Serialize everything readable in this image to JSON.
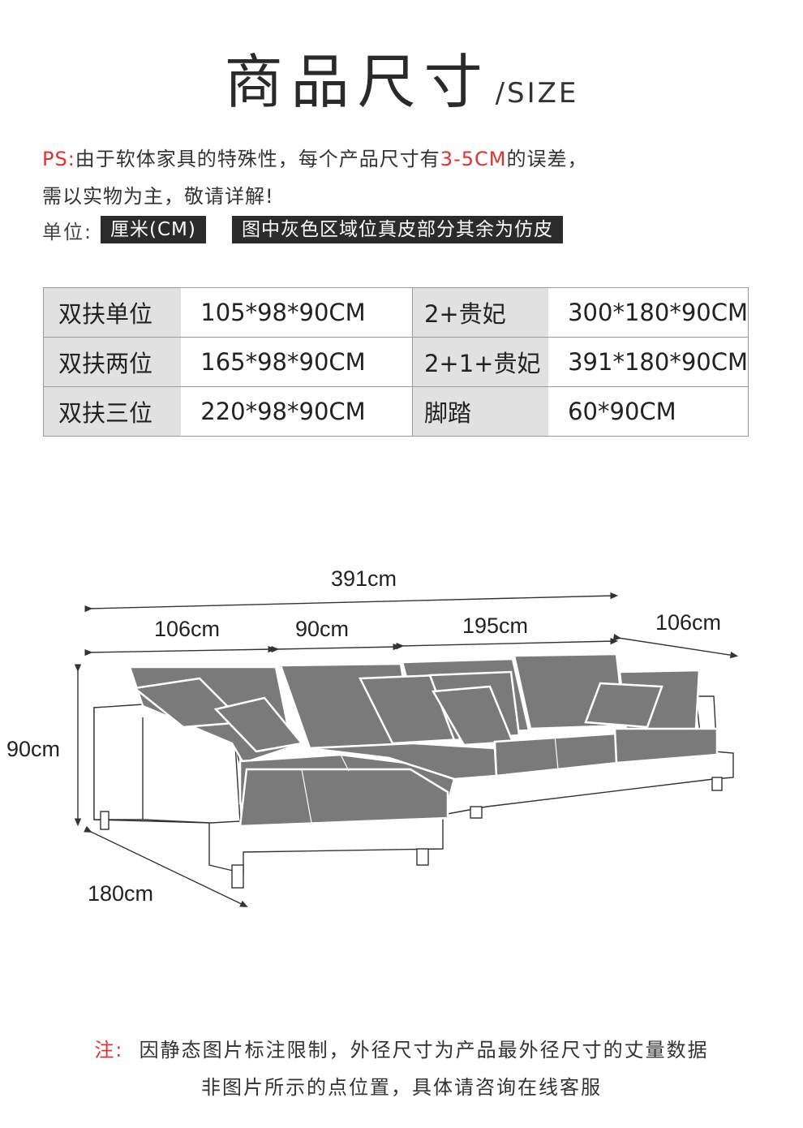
{
  "title": {
    "cn": "商品尺寸",
    "en": "/SIZE"
  },
  "note": {
    "ps_prefix": "PS:",
    "line1_a": "由于软体家具的特殊性，每个产品尺寸有",
    "line1_highlight": "3-5CM",
    "line1_b": "的误差，",
    "line2": "需以实物为主，敬请详解!"
  },
  "unit": {
    "label": "单位:",
    "tag1": "厘米(CM)",
    "tag2": "图中灰色区域位真皮部分其余为仿皮"
  },
  "size_table": [
    {
      "name": "双扶单位",
      "size": "105*98*90CM",
      "name2": "2+贵妃",
      "size2": "300*180*90CM"
    },
    {
      "name": "双扶两位",
      "size": "165*98*90CM",
      "name2": "2+1+贵妃",
      "size2": "391*180*90CM"
    },
    {
      "name": "双扶三位",
      "size": "220*98*90CM",
      "name2": "脚踏",
      "size2": "60*90CM"
    }
  ],
  "dimensions": {
    "total_length": "391cm",
    "seg1": "106cm",
    "seg2": "90cm",
    "seg3": "195cm",
    "seg4": "106cm",
    "height": "90cm",
    "depth": "180cm"
  },
  "colors": {
    "accent": "#e03030",
    "leather": "#7a7a7a",
    "tag_bg": "#2b2b2b"
  },
  "footer": {
    "prefix": "注:",
    "line1": "因静态图片标注限制，外径尺寸为产品最外径尺寸的丈量数据",
    "line2": "非图片所示的点位置，具体请咨询在线客服"
  }
}
